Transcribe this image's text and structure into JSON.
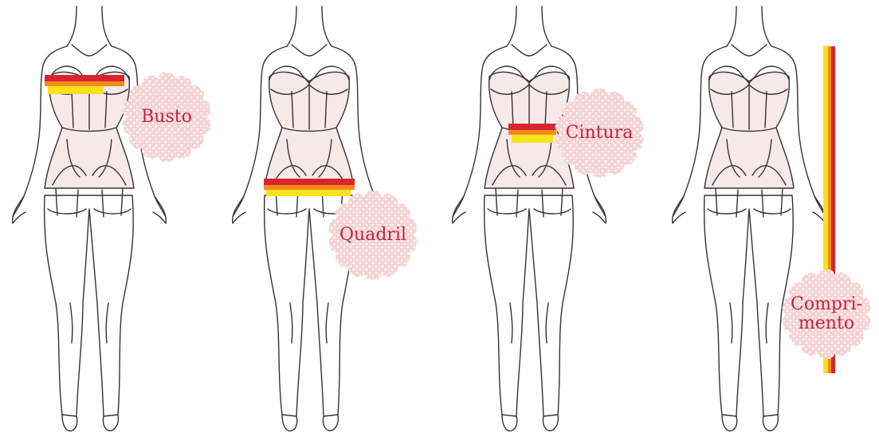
{
  "figures": [
    {
      "id": "busto",
      "label": "Busto",
      "measure": "bust"
    },
    {
      "id": "quadril",
      "label": "Quadril",
      "measure": "hip"
    },
    {
      "id": "cintura",
      "label": "Cintura",
      "measure": "waist"
    },
    {
      "id": "comprimento",
      "label": "Compri-\nmento",
      "measure": "length"
    }
  ],
  "colors": {
    "outline": "#333333",
    "garment_fill": "#f6e9ea",
    "skin": "#ffffff",
    "tape_red": "#d9262e",
    "tape_orange": "#f28b1e",
    "tape_yellow": "#f7e21c",
    "badge_fill": "#f6d3d3",
    "badge_dot": "#ffffff",
    "badge_text": "#c0233d"
  }
}
